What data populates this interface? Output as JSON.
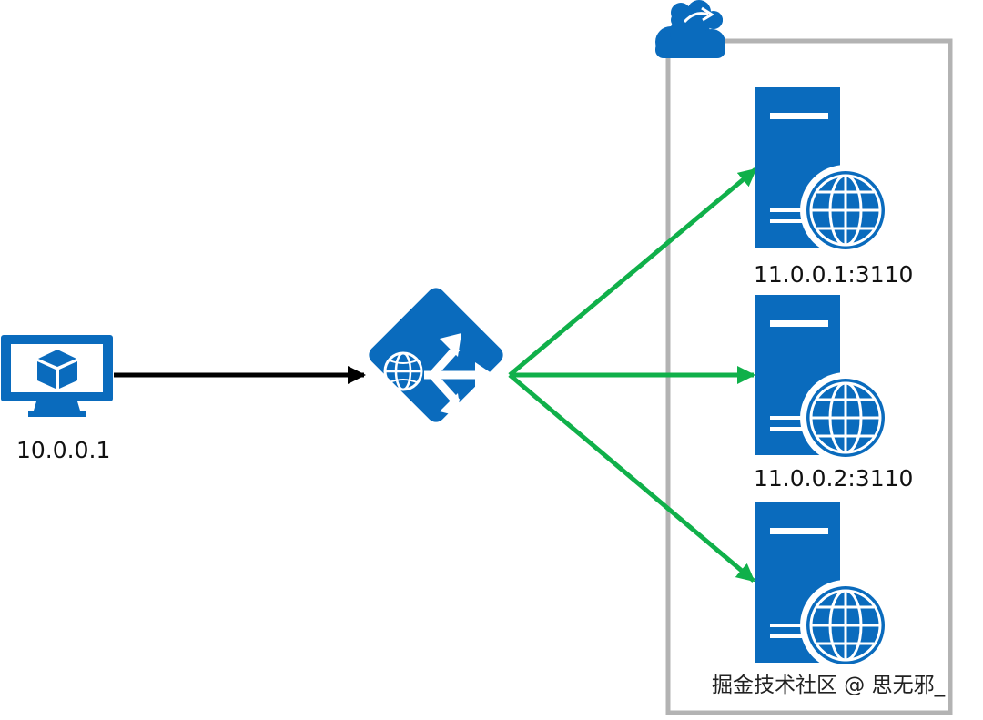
{
  "nodes": {
    "client": {
      "label": "10.0.0.1",
      "icon": "virtual-machine-monitor-icon"
    },
    "load_balancer": {
      "icon": "load-balancer-icon"
    },
    "cloud": {
      "icon": "cloud-service-icon"
    },
    "servers": [
      {
        "label": "11.0.0.1:3110",
        "icon": "web-server-icon"
      },
      {
        "label": "11.0.0.2:3110",
        "icon": "web-server-icon"
      },
      {
        "label": "",
        "icon": "web-server-icon"
      }
    ]
  },
  "watermark": "掘金技术社区 @ 思无邪_",
  "colors": {
    "icon_blue": "#0a6bbd",
    "connector_black": "#000000",
    "connector_green": "#10b04a",
    "group_border": "#b3b3b3"
  }
}
